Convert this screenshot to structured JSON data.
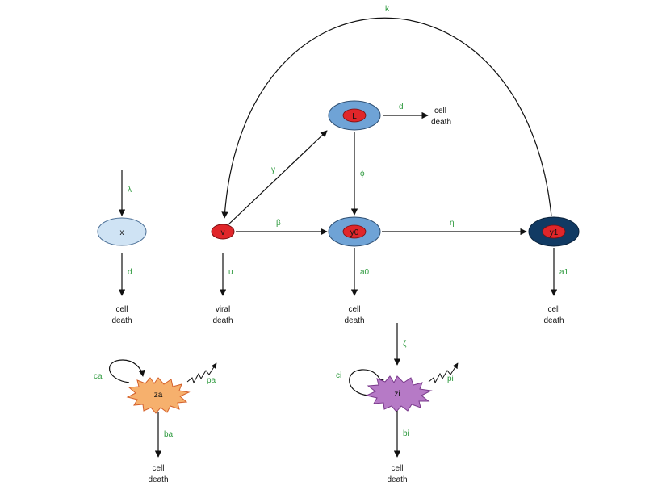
{
  "nodes": {
    "x": "x",
    "v": "v",
    "L": "L",
    "y0": "y0",
    "y1": "y1",
    "za": "za",
    "zi": "zi"
  },
  "rates": {
    "k": "k",
    "lambda": "λ",
    "d_x": "d",
    "u": "u",
    "beta": "β",
    "gamma": "γ",
    "d_L": "d",
    "phi": "ϕ",
    "eta": "η",
    "a0": "a0",
    "a1": "a1",
    "zeta": "ζ",
    "ca": "ca",
    "pa": "pa",
    "ba": "ba",
    "ci": "ci",
    "pi": "pi",
    "bi": "bi"
  },
  "sinks": {
    "cell_death_line1": "cell",
    "cell_death_line2": "death",
    "viral_death_line1": "viral",
    "viral_death_line2": "death"
  },
  "colors": {
    "x_fill": "#cfe3f4",
    "v_fill": "#e0262a",
    "L_outer": "#6fa3d6",
    "y0_outer": "#6fa3d6",
    "y1_fill": "#113a63",
    "za_fill": "#f6b06d",
    "zi_fill": "#b67ac6",
    "label_green": "#2e9a3e"
  }
}
